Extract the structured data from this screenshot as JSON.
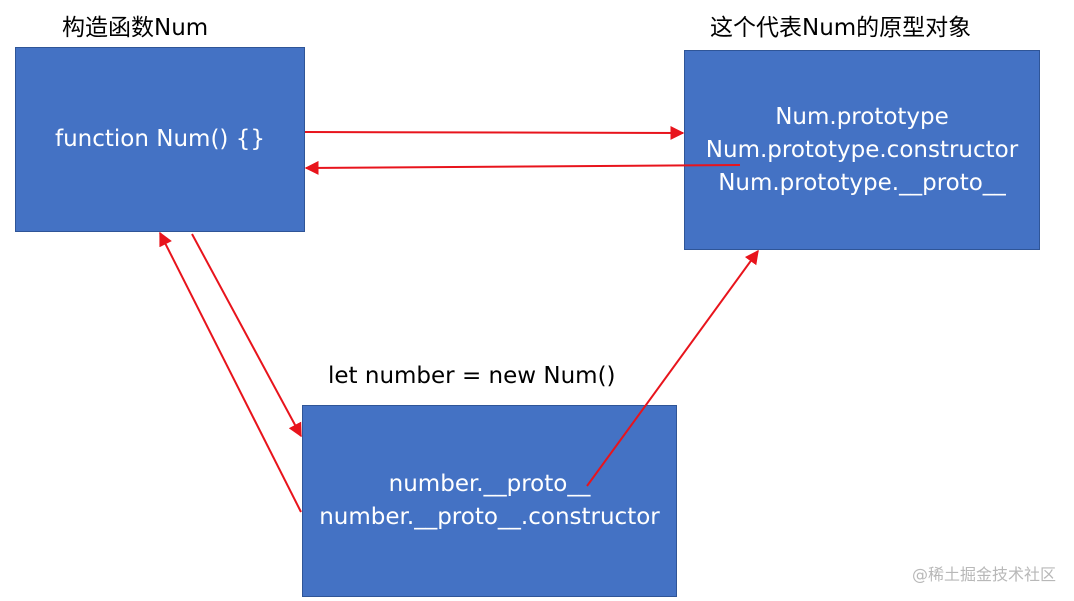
{
  "labels": {
    "constructor_title": "构造函数Num",
    "prototype_title": "这个代表Num的原型对象",
    "instance_title": "let number = new Num()"
  },
  "boxes": {
    "constructor_box": {
      "lines": [
        "function Num() {}"
      ]
    },
    "prototype_box": {
      "lines": [
        "Num.prototype",
        "Num.prototype.constructor",
        "Num.prototype.__proto__"
      ]
    },
    "instance_box": {
      "lines": [
        "number.__proto__",
        "number.__proto__.constructor"
      ]
    }
  },
  "colors": {
    "box_fill": "#4472c4",
    "arrow": "#e8141c",
    "text_on_box": "#ffffff"
  },
  "watermark": "@稀土掘金技术社区"
}
